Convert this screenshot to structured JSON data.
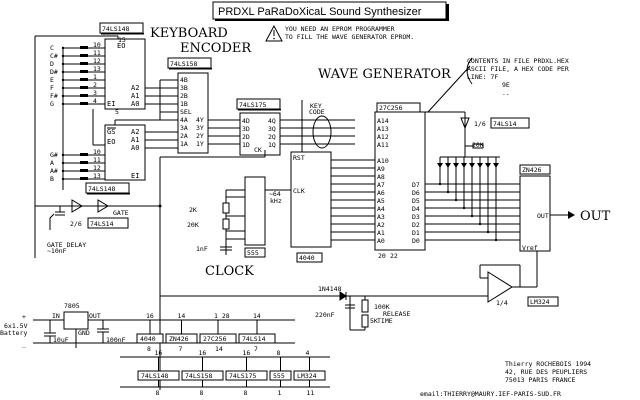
{
  "title": "PRDXL PaRaDoXicaL Sound Synthesizer",
  "warning": [
    "YOU NEED AN EPROM PROGRAMMER",
    "TO FILL THE WAVE GENERATOR EPROM."
  ],
  "sections": {
    "keyboard_encoder": [
      "KEYBOARD",
      "ENCODER"
    ],
    "wave_generator": "WAVE GENERATOR",
    "clock": "CLOCK"
  },
  "note": [
    "CONTENTS IN FILE PRDXL.HEX",
    "ASCII FILE, A HEX CODE PER",
    "LINE: 7F",
    "9E",
    ".."
  ],
  "keys_upper": [
    "C",
    "C#",
    "D",
    "D#",
    "E",
    "F",
    "F#",
    "G"
  ],
  "keys_lower": [
    "G#",
    "A",
    "A#",
    "B"
  ],
  "chips": {
    "enc1": "74LS148",
    "enc2": "74LS148",
    "mux": "74LS158",
    "latch": "74LS175",
    "eprom": "27C256",
    "counter": "4040",
    "timer": "555",
    "inv": "74LS14",
    "inv2": "74LS14",
    "dac": "ZN426",
    "opamp": "LM324"
  },
  "labels": {
    "gate": "GATE",
    "gate_delay": "GATE DELAY",
    "gate_delay_val": "~10nF",
    "inv_frac": "2/6",
    "inv_frac2": "1/6",
    "key_code": [
      "KEY",
      "CODE"
    ],
    "freq": [
      "~64",
      "kHz"
    ],
    "r2k": "2K",
    "r20k": "20K",
    "c1nf": "1nF",
    "r20k_pull": "20K",
    "diode": "1N4148",
    "c220": "220nF",
    "r100k": "100K",
    "r5k": "5K",
    "release": [
      "RELEASE",
      "TIME"
    ],
    "opamp_frac": "1/4",
    "out": "OUT",
    "vref": "Vref",
    "regulator": "7805",
    "reg_in": "IN",
    "reg_out": "OUT",
    "reg_gnd": "GND",
    "battery": [
      "6x1.5V",
      "Battery"
    ],
    "c10u": "10uF",
    "c100n": "100nF",
    "plus": "+",
    "minus": "_"
  },
  "power_row1": [
    {
      "chip": "4040",
      "vcc": "16",
      "gnd": "8"
    },
    {
      "chip": "ZN426",
      "vcc": "14",
      "gnd": "7"
    },
    {
      "chip": "27C256",
      "vcc": "1  28",
      "gnd": "14"
    },
    {
      "chip": "74LS14",
      "vcc": "14",
      "gnd": "7"
    }
  ],
  "power_row2": [
    {
      "chip": "74LS148",
      "vcc": "16",
      "gnd": "8"
    },
    {
      "chip": "74LS158",
      "vcc": "16",
      "gnd": "8"
    },
    {
      "chip": "74LS175",
      "vcc": "16",
      "gnd": "8"
    },
    {
      "chip": "555",
      "vcc": "8",
      "gnd": "1"
    },
    {
      "chip": "LM324",
      "vcc": "4",
      "gnd": "11"
    }
  ],
  "author": [
    "Thierry ROCHEBOIS 1994",
    "42, RUE DES PEUPLIERS",
    "75013 PARIS     FRANCE"
  ],
  "email": "email:THIERRY@MAURY.IEF-PARIS-SUD.FR"
}
